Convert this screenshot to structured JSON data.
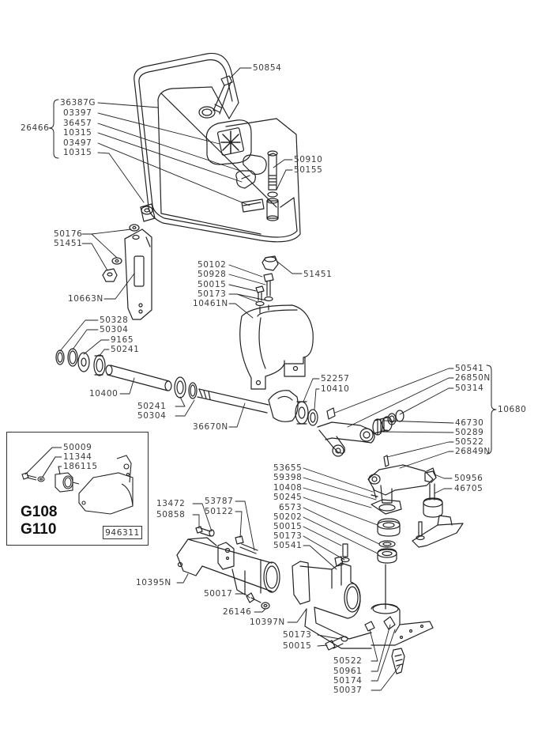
{
  "diagram": {
    "type": "exploded-parts-diagram",
    "assembly_groups": [
      {
        "id": "26466",
        "members": [
          "36387G",
          "03397",
          "36457",
          "10315",
          "03497",
          "10315"
        ]
      },
      {
        "id": "10680",
        "members": [
          "50541",
          "26850N",
          "50314",
          "46730",
          "50289",
          "50522",
          "26849N"
        ]
      }
    ],
    "labels": {
      "p50854": "50854",
      "p36387G": "36387G",
      "p03397": "03397",
      "p36457": "36457",
      "p10315a": "10315",
      "p03497": "03497",
      "p10315b": "10315",
      "p26466": "26466",
      "p50910": "50910",
      "p50155": "50155",
      "p50176": "50176",
      "p51451a": "51451",
      "p10663N": "10663N",
      "p51451b": "51451",
      "p50102": "50102",
      "p50928": "50928",
      "p50015a": "50015",
      "p50173a": "50173",
      "p10461N": "10461N",
      "p50328": "50328",
      "p50304a": "50304",
      "p9165": "9165",
      "p50241a": "50241",
      "p10400": "10400",
      "p50241b": "50241",
      "p50304b": "50304",
      "p36670N": "36670N",
      "p52257": "52257",
      "p10410": "10410",
      "p50541a": "50541",
      "p26850N": "26850N",
      "p50314": "50314",
      "p10680": "10680",
      "p46730": "46730",
      "p50289": "50289",
      "p50522a": "50522",
      "p26849N": "26849N",
      "p53655": "53655",
      "p59398": "59398",
      "p10408": "10408",
      "p50245": "50245",
      "p6573": "6573",
      "p50202": "50202",
      "p50015b": "50015",
      "p50173b": "50173",
      "p50541b": "50541",
      "p50956": "50956",
      "p46705": "46705",
      "p13472": "13472",
      "p50858": "50858",
      "p53787": "53787",
      "p50122": "50122",
      "p10395N": "10395N",
      "p50017": "50017",
      "p26146": "26146",
      "p10397N": "10397N",
      "p50173c": "50173",
      "p50015c": "50015",
      "p50522b": "50522",
      "p50961": "50961",
      "p50174": "50174",
      "p50037": "50037"
    },
    "inset": {
      "labels": {
        "p50009": "50009",
        "p11344": "11344",
        "p186115": "186115"
      },
      "models": [
        "G108",
        "G110"
      ],
      "reference_number": "946311"
    }
  }
}
